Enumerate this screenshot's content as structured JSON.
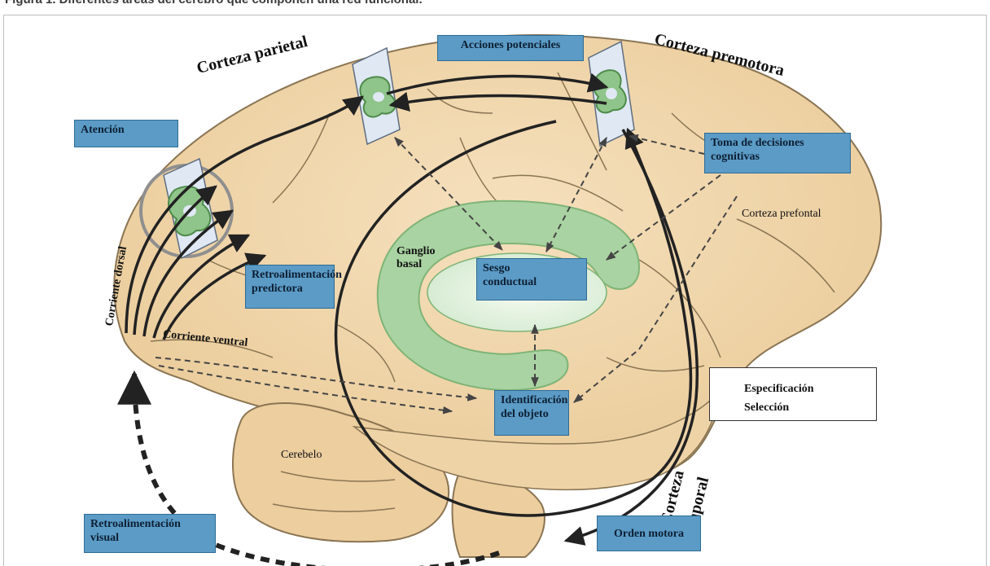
{
  "caption": "Figura 1. Diferentes áreas del cerebro que componen una red funcional.",
  "boxes": {
    "acciones": "Acciones potenciales",
    "atencion": "Atención",
    "toma1": "Toma de decisiones",
    "toma2": "cognitivas",
    "retro_pred1": "Retroalimentación",
    "retro_pred2": "predictora",
    "sesgo1": "Sesgo",
    "sesgo2": "conductual",
    "ident1": "Identificación",
    "ident2": "del objeto",
    "retro_vis1": "Retroalimentación",
    "retro_vis2": "visual",
    "orden": "Orden motora"
  },
  "labels": {
    "corteza_parietal": "Corteza parietal",
    "corteza_premotora": "Corteza premotora",
    "corteza_prefrontal": "Corteza prefontal",
    "ganglio": "Ganglio",
    "basal": "basal",
    "corriente_dorsal": "Corriente dorsal",
    "corriente_ventral": "Corriente ventral",
    "cerebelo": "Cerebelo",
    "corteza": "Corteza",
    "temporal": "temporal"
  },
  "legend": {
    "especificacion": "Especificación",
    "seleccion": "Selección"
  },
  "colors": {
    "brain": "#f1d7ad",
    "brain_outline": "#8a7553",
    "green": "#8fc48a",
    "box": "#5b9bc6",
    "arrow": "#222222"
  }
}
